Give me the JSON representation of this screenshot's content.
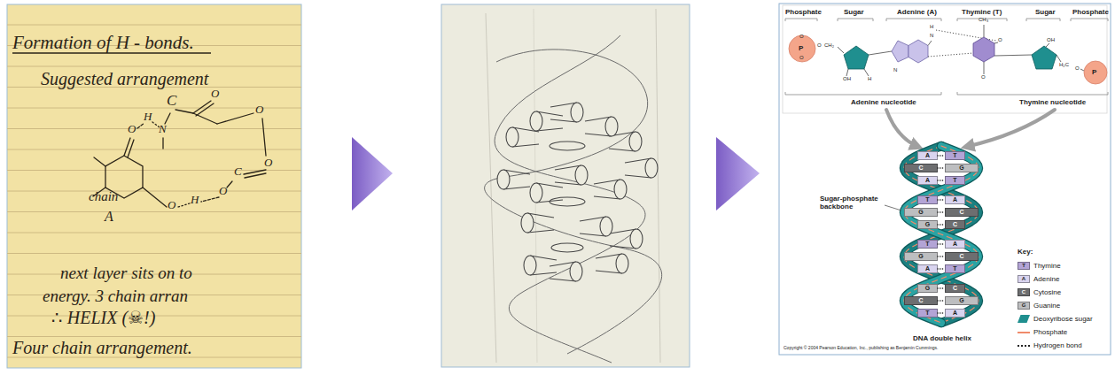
{
  "diagram": {
    "nodes": [
      {
        "text": [
          "A"
        ]
      },
      {
        "text": [
          "T"
        ]
      },
      {
        "text": [
          "C"
        ]
      },
      {
        "text": [
          "G"
        ]
      },
      {
        "text": [
          "A"
        ]
      },
      {
        "text": [
          "T"
        ]
      },
      {
        "text": [
          "T"
        ]
      },
      {
        "text": [
          "A"
        ]
      },
      {
        "text": [
          "G"
        ]
      },
      {
        "text": [
          "C"
        ]
      },
      {
        "text": [
          "G"
        ]
      },
      {
        "text": [
          "C"
        ]
      },
      {
        "text": [
          "T"
        ]
      },
      {
        "text": [
          "A"
        ]
      },
      {
        "text": [
          "G"
        ]
      },
      {
        "text": [
          "C"
        ]
      },
      {
        "text": [
          "A"
        ]
      },
      {
        "text": [
          "T"
        ]
      },
      {
        "text": [
          "G"
        ]
      },
      {
        "text": [
          "C"
        ]
      },
      {
        "text": [
          "C"
        ]
      },
      {
        "text": [
          "G"
        ]
      },
      {
        "text": [
          "T"
        ]
      },
      {
        "text": [
          "A"
        ]
      }
    ],
    "edges": [
      {
        "from": 0,
        "to": 1,
        "arrow": "none"
      },
      {
        "from": 2,
        "to": 3,
        "arrow": "none"
      },
      {
        "from": 4,
        "to": 5,
        "arrow": "none"
      },
      {
        "from": 6,
        "to": 7,
        "arrow": "none"
      },
      {
        "from": 8,
        "to": 9,
        "arrow": "none"
      },
      {
        "from": 10,
        "to": 11,
        "arrow": "none"
      },
      {
        "from": 12,
        "to": 13,
        "arrow": "none"
      },
      {
        "from": 14,
        "to": 15,
        "arrow": "none"
      },
      {
        "from": 16,
        "to": 17,
        "arrow": "none"
      },
      {
        "from": 18,
        "to": 19,
        "arrow": "none"
      },
      {
        "from": 20,
        "to": 21,
        "arrow": "none"
      },
      {
        "from": 22,
        "to": 23,
        "arrow": "none"
      }
    ],
    "labels": [
      "Formation of H - bonds.",
      "Suggested arrangement",
      "C",
      "chain",
      "A",
      "O",
      "H",
      "N",
      "O",
      "O",
      "O",
      "C",
      "O",
      "H",
      "O",
      "next layer sits on to",
      "energy. 3 chain arran",
      "∴ HELIX (☠!)",
      "Four chain arrangement.",
      "Phosphate",
      "Sugar",
      "Adenine (A)",
      "Thymine (T)",
      "Sugar",
      "Phosphate",
      "O",
      "P",
      "O",
      "O",
      "CH₂",
      "OH",
      "H",
      "H",
      "N",
      "N",
      "CH₃",
      "O",
      "O",
      "OH",
      "H₂C",
      "O",
      "P",
      "Adenine nucleotide",
      "Thymine nucleotide",
      "Sugar-phosphate backbone",
      "DNA double helix",
      "Key:",
      "T",
      "A",
      "C",
      "G",
      "Copyright © 2004 Pearson Education, Inc., publishing as Benjamin Cummings."
    ],
    "legend": [
      {
        "text": "Thymine",
        "color": "#b3a4d6"
      },
      {
        "text": "Adenine",
        "color": "#d9d4ef"
      },
      {
        "text": "Cytosine",
        "color": "#6d6e70"
      },
      {
        "text": "Guanine",
        "color": "#bdbec0"
      },
      {
        "text": "Deoxyribose sugar",
        "color": "#1f8f8f"
      },
      {
        "text": "Phosphate"
      },
      {
        "text": "Hydrogen bond"
      }
    ]
  }
}
